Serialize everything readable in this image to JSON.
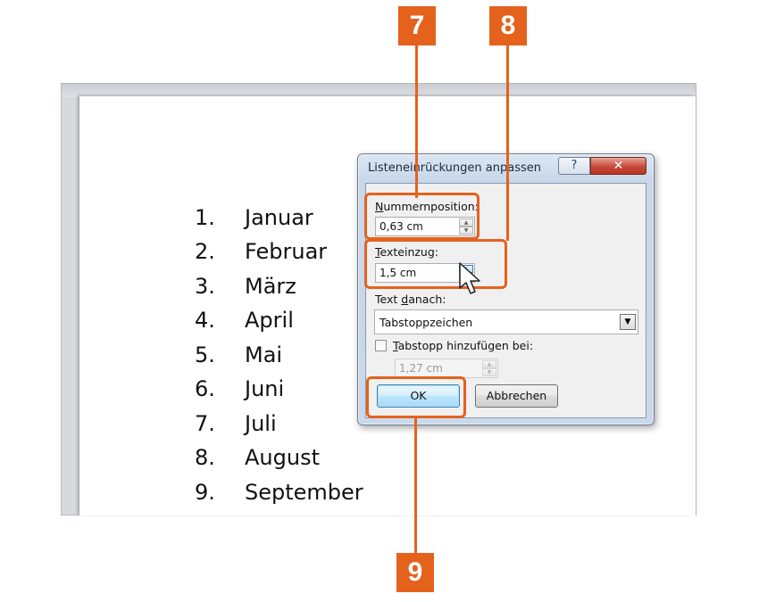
{
  "document": {
    "list_items": [
      {
        "number": "1.",
        "text": "Januar"
      },
      {
        "number": "2.",
        "text": "Februar"
      },
      {
        "number": "3.",
        "text": "März"
      },
      {
        "number": "4.",
        "text": "April"
      },
      {
        "number": "5.",
        "text": "Mai"
      },
      {
        "number": "6.",
        "text": "Juni"
      },
      {
        "number": "7.",
        "text": "Juli"
      },
      {
        "number": "8.",
        "text": "August"
      },
      {
        "number": "9.",
        "text": "September"
      }
    ]
  },
  "dialog": {
    "title": "Listeneinrückungen anpassen",
    "help_glyph": "?",
    "close_glyph": "✕",
    "number_position": {
      "label_accel": "N",
      "label_rest": "ummernposition:",
      "value": "0,63 cm"
    },
    "text_indent": {
      "label_accel": "T",
      "label_rest": "exteinzug:",
      "value": "1,5 cm"
    },
    "text_after": {
      "label_pre": "Text ",
      "label_accel": "d",
      "label_rest": "anach:",
      "value": "Tabstoppzeichen"
    },
    "add_tab": {
      "label_accel": "T",
      "label_rest": "abstopp hinzufügen bei:",
      "checked": false,
      "value": "1,27 cm"
    },
    "ok_label": "OK",
    "cancel_label": "Abbrechen",
    "spin_up_glyph": "▲",
    "spin_down_glyph": "▼",
    "combo_arrow_glyph": "▼"
  },
  "callouts": {
    "badge_7": "7",
    "badge_8": "8",
    "badge_9": "9",
    "color": "#e5621d"
  }
}
